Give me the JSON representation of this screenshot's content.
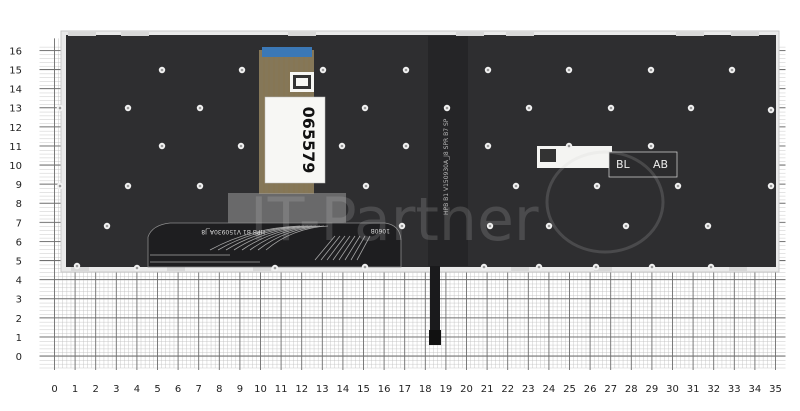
{
  "grid": {
    "x_ticks": [
      "0",
      "1",
      "2",
      "3",
      "4",
      "5",
      "6",
      "7",
      "8",
      "9",
      "10",
      "11",
      "12",
      "13",
      "14",
      "15",
      "16",
      "17",
      "18",
      "19",
      "20",
      "21",
      "22",
      "23",
      "24",
      "25",
      "26",
      "27",
      "28",
      "29",
      "30",
      "31",
      "32",
      "33",
      "34",
      "35"
    ],
    "y_ticks": [
      "0",
      "1",
      "2",
      "3",
      "4",
      "5",
      "6",
      "7",
      "8",
      "9",
      "10",
      "11",
      "12",
      "13",
      "14",
      "15",
      "16"
    ],
    "line_color": "#6f6f6f",
    "label_color": "#222222"
  },
  "keyboard": {
    "panel_color": "#2e2e30",
    "frame_color": "#dcdcdc",
    "led_color": "#f2f2f2"
  },
  "labels": {
    "sticker_number": "065579",
    "bl_text": "BL",
    "ab_text": "AB",
    "flex_code": "HPB  B1  V150930A_J8",
    "flex_code2": "1060B"
  },
  "watermark": {
    "text": "IT-Partner"
  }
}
